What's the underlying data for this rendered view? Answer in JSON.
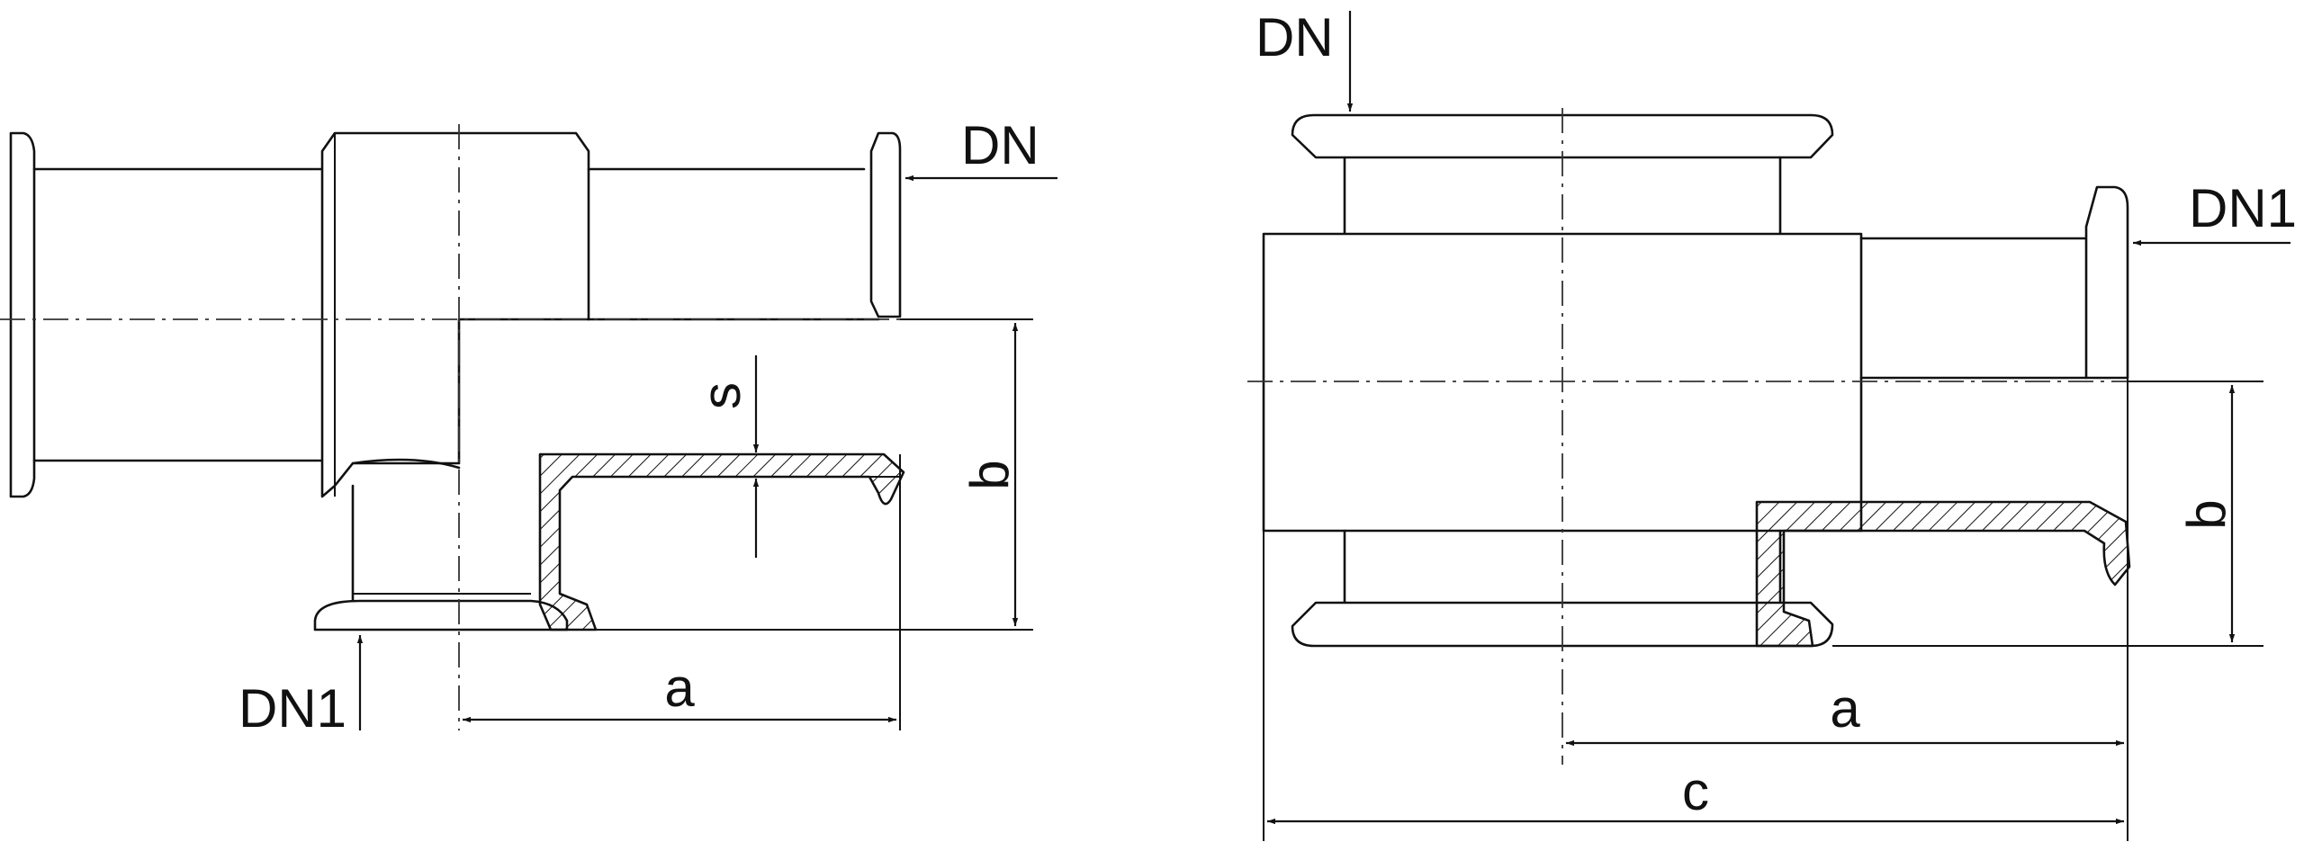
{
  "left_view": {
    "labels": {
      "dn": "DN",
      "dn1": "DN1",
      "a": "a",
      "b": "b",
      "s": "s"
    }
  },
  "right_view": {
    "labels": {
      "dn": "DN",
      "dn1": "DN1",
      "a": "a",
      "b": "b",
      "c": "c"
    }
  }
}
